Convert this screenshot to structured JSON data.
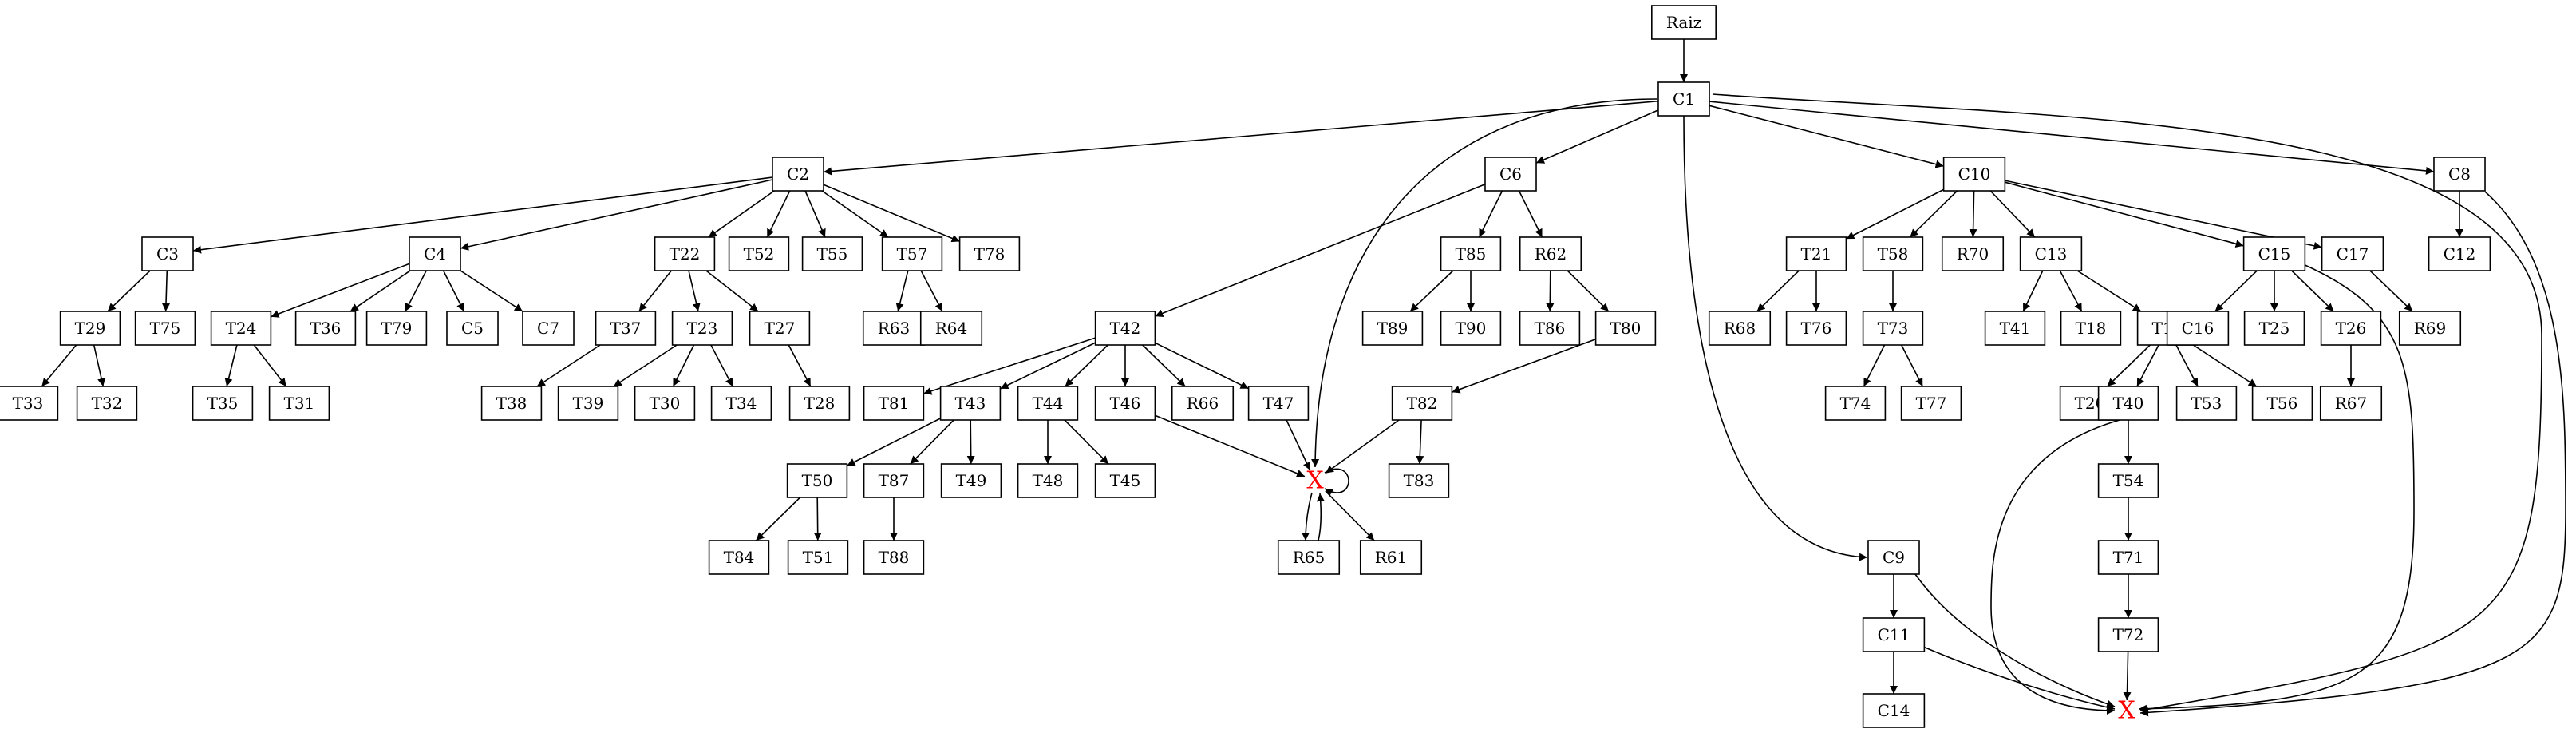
{
  "colors": {
    "line": "#000000",
    "box_fill": "#ffffff",
    "x_mark": "#ff0000"
  },
  "nodes": [
    {
      "id": "Raiz",
      "label": "Raiz"
    },
    {
      "id": "C1",
      "label": "C1"
    },
    {
      "id": "C2",
      "label": "C2"
    },
    {
      "id": "C6",
      "label": "C6"
    },
    {
      "id": "C10",
      "label": "C10"
    },
    {
      "id": "C8",
      "label": "C8"
    },
    {
      "id": "C3",
      "label": "C3"
    },
    {
      "id": "C4",
      "label": "C4"
    },
    {
      "id": "T22",
      "label": "T22"
    },
    {
      "id": "T52",
      "label": "T52"
    },
    {
      "id": "T55",
      "label": "T55"
    },
    {
      "id": "T57",
      "label": "T57"
    },
    {
      "id": "T78",
      "label": "T78"
    },
    {
      "id": "T85",
      "label": "T85"
    },
    {
      "id": "R62",
      "label": "R62"
    },
    {
      "id": "T21",
      "label": "T21"
    },
    {
      "id": "T58",
      "label": "T58"
    },
    {
      "id": "R70",
      "label": "R70"
    },
    {
      "id": "C13",
      "label": "C13"
    },
    {
      "id": "C15",
      "label": "C15"
    },
    {
      "id": "C17",
      "label": "C17"
    },
    {
      "id": "C12",
      "label": "C12"
    },
    {
      "id": "T29",
      "label": "T29"
    },
    {
      "id": "T75",
      "label": "T75"
    },
    {
      "id": "T24",
      "label": "T24"
    },
    {
      "id": "T36",
      "label": "T36"
    },
    {
      "id": "T79",
      "label": "T79"
    },
    {
      "id": "C5",
      "label": "C5"
    },
    {
      "id": "C7",
      "label": "C7"
    },
    {
      "id": "T37",
      "label": "T37"
    },
    {
      "id": "T23",
      "label": "T23"
    },
    {
      "id": "T27",
      "label": "T27"
    },
    {
      "id": "R63",
      "label": "R63"
    },
    {
      "id": "R64",
      "label": "R64"
    },
    {
      "id": "T42",
      "label": "T42"
    },
    {
      "id": "T89",
      "label": "T89"
    },
    {
      "id": "T90",
      "label": "T90"
    },
    {
      "id": "T86",
      "label": "T86"
    },
    {
      "id": "T80",
      "label": "T80"
    },
    {
      "id": "R68",
      "label": "R68"
    },
    {
      "id": "T76",
      "label": "T76"
    },
    {
      "id": "T73",
      "label": "T73"
    },
    {
      "id": "T41",
      "label": "T41"
    },
    {
      "id": "T18",
      "label": "T18"
    },
    {
      "id": "T19",
      "label": "T19"
    },
    {
      "id": "C16",
      "label": "C16"
    },
    {
      "id": "T25",
      "label": "T25"
    },
    {
      "id": "T26",
      "label": "T26"
    },
    {
      "id": "R69",
      "label": "R69"
    },
    {
      "id": "T33",
      "label": "T33"
    },
    {
      "id": "T32",
      "label": "T32"
    },
    {
      "id": "T35",
      "label": "T35"
    },
    {
      "id": "T31",
      "label": "T31"
    },
    {
      "id": "T38",
      "label": "T38"
    },
    {
      "id": "T39",
      "label": "T39"
    },
    {
      "id": "T30",
      "label": "T30"
    },
    {
      "id": "T34",
      "label": "T34"
    },
    {
      "id": "T28",
      "label": "T28"
    },
    {
      "id": "T81",
      "label": "T81"
    },
    {
      "id": "T43",
      "label": "T43"
    },
    {
      "id": "T44",
      "label": "T44"
    },
    {
      "id": "T46",
      "label": "T46"
    },
    {
      "id": "R66",
      "label": "R66"
    },
    {
      "id": "T47",
      "label": "T47"
    },
    {
      "id": "T82",
      "label": "T82"
    },
    {
      "id": "T74",
      "label": "T74"
    },
    {
      "id": "T77",
      "label": "T77"
    },
    {
      "id": "T20",
      "label": "T20"
    },
    {
      "id": "T40",
      "label": "T40"
    },
    {
      "id": "T53",
      "label": "T53"
    },
    {
      "id": "T56",
      "label": "T56"
    },
    {
      "id": "R67",
      "label": "R67"
    },
    {
      "id": "T50",
      "label": "T50"
    },
    {
      "id": "T87",
      "label": "T87"
    },
    {
      "id": "T49",
      "label": "T49"
    },
    {
      "id": "T48",
      "label": "T48"
    },
    {
      "id": "T45",
      "label": "T45"
    },
    {
      "id": "X1",
      "label": "X",
      "shape": "plain"
    },
    {
      "id": "T83",
      "label": "T83"
    },
    {
      "id": "T54",
      "label": "T54"
    },
    {
      "id": "T84",
      "label": "T84"
    },
    {
      "id": "T51",
      "label": "T51"
    },
    {
      "id": "T88",
      "label": "T88"
    },
    {
      "id": "R65",
      "label": "R65"
    },
    {
      "id": "R61",
      "label": "R61"
    },
    {
      "id": "C9",
      "label": "C9"
    },
    {
      "id": "T71",
      "label": "T71"
    },
    {
      "id": "C11",
      "label": "C11"
    },
    {
      "id": "T72",
      "label": "T72"
    },
    {
      "id": "C14",
      "label": "C14"
    },
    {
      "id": "X2",
      "label": "X",
      "shape": "plain"
    }
  ],
  "edges": [
    [
      "Raiz",
      "C1"
    ],
    [
      "C1",
      "C2"
    ],
    [
      "C1",
      "X1"
    ],
    [
      "C1",
      "C6"
    ],
    [
      "C1",
      "C9"
    ],
    [
      "C1",
      "C10"
    ],
    [
      "C1",
      "C8"
    ],
    [
      "C1",
      "X2"
    ],
    [
      "C2",
      "C3"
    ],
    [
      "C2",
      "C4"
    ],
    [
      "C2",
      "T22"
    ],
    [
      "C2",
      "T52"
    ],
    [
      "C2",
      "T55"
    ],
    [
      "C2",
      "T57"
    ],
    [
      "C2",
      "T78"
    ],
    [
      "C6",
      "T42"
    ],
    [
      "C6",
      "T85"
    ],
    [
      "C6",
      "R62"
    ],
    [
      "C10",
      "T21"
    ],
    [
      "C10",
      "T58"
    ],
    [
      "C10",
      "R70"
    ],
    [
      "C10",
      "C13"
    ],
    [
      "C10",
      "C15"
    ],
    [
      "C10",
      "C17"
    ],
    [
      "C8",
      "C12"
    ],
    [
      "C8",
      "X2"
    ],
    [
      "C3",
      "T29"
    ],
    [
      "C3",
      "T75"
    ],
    [
      "C4",
      "T24"
    ],
    [
      "C4",
      "T36"
    ],
    [
      "C4",
      "T79"
    ],
    [
      "C4",
      "C5"
    ],
    [
      "C4",
      "C7"
    ],
    [
      "T22",
      "T37"
    ],
    [
      "T22",
      "T23"
    ],
    [
      "T22",
      "T27"
    ],
    [
      "T57",
      "R63"
    ],
    [
      "T57",
      "R64"
    ],
    [
      "T85",
      "T89"
    ],
    [
      "T85",
      "T90"
    ],
    [
      "R62",
      "T86"
    ],
    [
      "R62",
      "T80"
    ],
    [
      "T21",
      "R68"
    ],
    [
      "T21",
      "T76"
    ],
    [
      "T58",
      "T73"
    ],
    [
      "C13",
      "T41"
    ],
    [
      "C13",
      "T18"
    ],
    [
      "C13",
      "T19"
    ],
    [
      "C15",
      "C16"
    ],
    [
      "C15",
      "T25"
    ],
    [
      "C15",
      "T26"
    ],
    [
      "C15",
      "X2"
    ],
    [
      "C17",
      "R69"
    ],
    [
      "T29",
      "T33"
    ],
    [
      "T29",
      "T32"
    ],
    [
      "T24",
      "T35"
    ],
    [
      "T24",
      "T31"
    ],
    [
      "T37",
      "T38"
    ],
    [
      "T23",
      "T39"
    ],
    [
      "T23",
      "T30"
    ],
    [
      "T23",
      "T34"
    ],
    [
      "T27",
      "T28"
    ],
    [
      "T42",
      "T81"
    ],
    [
      "T42",
      "T43"
    ],
    [
      "T42",
      "T44"
    ],
    [
      "T42",
      "T46"
    ],
    [
      "T42",
      "R66"
    ],
    [
      "T42",
      "T47"
    ],
    [
      "T80",
      "T82"
    ],
    [
      "T73",
      "T74"
    ],
    [
      "T73",
      "T77"
    ],
    [
      "T19",
      "X2"
    ],
    [
      "T19",
      "T20"
    ],
    [
      "T19",
      "T40"
    ],
    [
      "T19",
      "T53"
    ],
    [
      "T19",
      "T56"
    ],
    [
      "T26",
      "R67"
    ],
    [
      "T43",
      "T50"
    ],
    [
      "T43",
      "T87"
    ],
    [
      "T43",
      "T49"
    ],
    [
      "T44",
      "T48"
    ],
    [
      "T44",
      "T45"
    ],
    [
      "T46",
      "X1"
    ],
    [
      "T47",
      "X1"
    ],
    [
      "T82",
      "X1"
    ],
    [
      "T82",
      "T83"
    ],
    [
      "X1",
      "X1"
    ],
    [
      "X1",
      "R65"
    ],
    [
      "X1",
      "R61"
    ],
    [
      "R65",
      "X1"
    ],
    [
      "T40",
      "T54"
    ],
    [
      "T50",
      "T84"
    ],
    [
      "T50",
      "T51"
    ],
    [
      "T87",
      "T88"
    ],
    [
      "T54",
      "T71"
    ],
    [
      "T71",
      "T72"
    ],
    [
      "T72",
      "X2"
    ],
    [
      "C9",
      "C11"
    ],
    [
      "C9",
      "X2"
    ],
    [
      "C11",
      "C14"
    ],
    [
      "C11",
      "X2"
    ]
  ]
}
